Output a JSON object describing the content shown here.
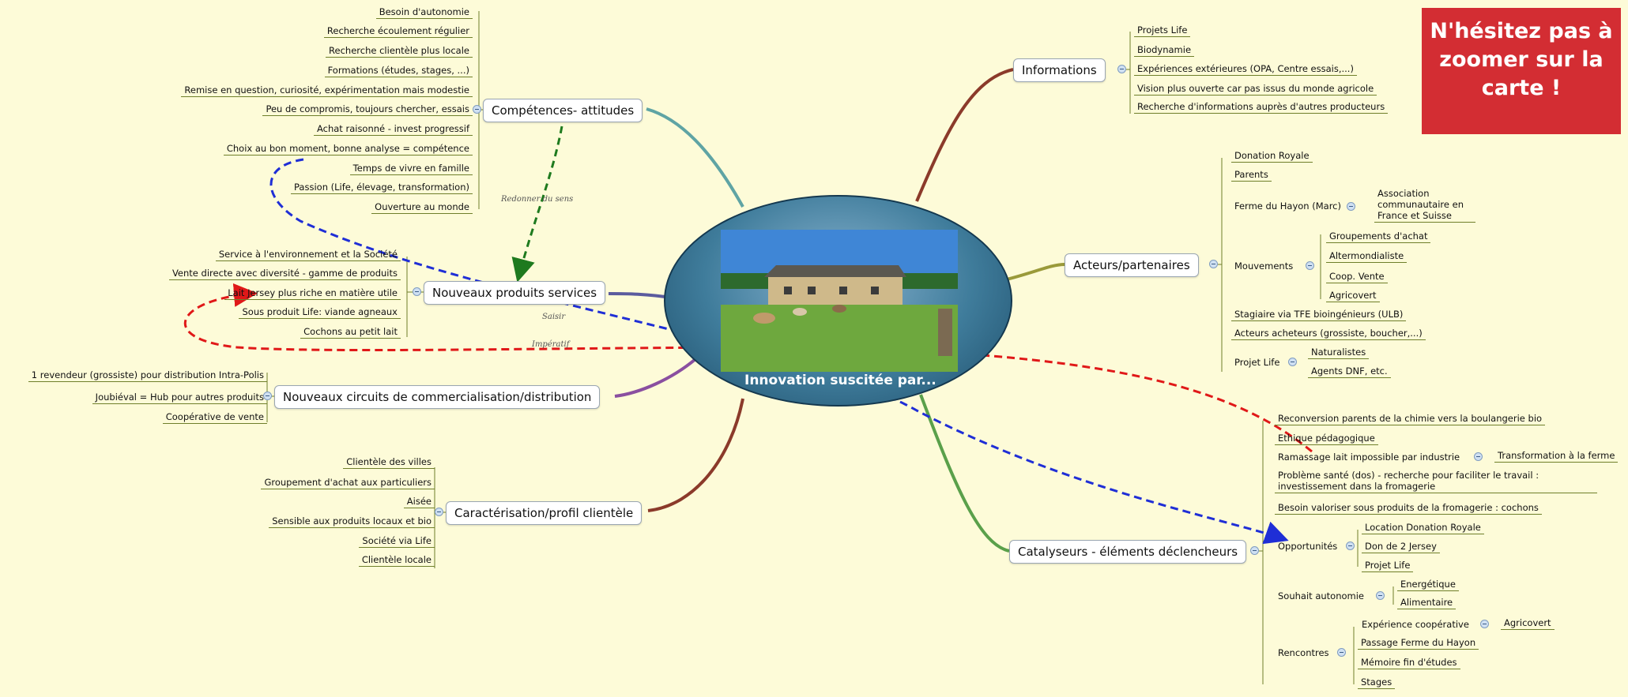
{
  "center": {
    "title": "Innovation suscitée par..."
  },
  "banner": {
    "line1": "N'hésitez pas à",
    "line2": "zoomer sur la",
    "line3": "carte !"
  },
  "colors": {
    "background": "#fdfbd8",
    "banner": "#d32d33",
    "center": "#3f7c9b",
    "arrow_blue": "#1f2ed6",
    "arrow_red": "#e01818",
    "arrow_green": "#1e7a1e"
  },
  "branches": {
    "competences": {
      "label": "Compétences- attitudes",
      "items": [
        "Besoin d'autonomie",
        "Recherche écoulement régulier",
        "Recherche clientèle plus locale",
        "Formations (études, stages, ...)",
        "Remise en question, curiosité, expérimentation mais modestie",
        "Peu de compromis, toujours chercher, essais",
        "Achat raisonné - invest progressif",
        "Choix au bon moment, bonne analyse = compétence",
        "Temps de vivre en famille",
        "Passion (Life, élevage, transformation)",
        "Ouverture au monde"
      ]
    },
    "produits": {
      "label": "Nouveaux produits services",
      "items": [
        "Service à l'environnement et la Société",
        "Vente directe avec diversité - gamme de produits",
        "Lait Jersey plus riche en matière utile",
        "Sous produit Life: viande agneaux",
        "Cochons au petit lait"
      ]
    },
    "circuits": {
      "label": "Nouveaux circuits de commercialisation/distribution",
      "items": [
        "1 revendeur (grossiste)  pour distribution Intra-Polis",
        "Joubiéval = Hub pour autres produits",
        "Coopérative de vente"
      ]
    },
    "clientele": {
      "label": "Caractérisation/profil clientèle",
      "items": [
        "Clientèle des villes",
        "Groupement d'achat aux particuliers",
        "Aisée",
        "Sensible aux produits locaux et bio",
        "Société via Life",
        "Clientèle locale"
      ]
    },
    "informations": {
      "label": "Informations",
      "items": [
        "Projets Life",
        "Biodynamie",
        "Expériences extérieures (OPA, Centre essais,...)",
        "Vision plus ouverte car pas issus du monde agricole",
        "Recherche d'informations auprès d'autres producteurs"
      ]
    },
    "acteurs": {
      "label": "Acteurs/partenaires",
      "donation": "Donation Royale",
      "parents": "Parents",
      "ferme": "Ferme du Hayon (Marc)",
      "ferme_child": "Association communautaire en France et Suisse",
      "mouvements": "Mouvements",
      "mouvements_items": [
        "Groupements d'achat",
        "Altermondialiste",
        "Coop. Vente",
        "Agricovert"
      ],
      "stagiaire": "Stagiaire via TFE bioingénieurs (ULB)",
      "acheteurs": "Acteurs acheteurs (grossiste, boucher,...)",
      "projet_life": "Projet Life",
      "projet_life_items": [
        "Naturalistes",
        "Agents DNF, etc."
      ]
    },
    "catalyseurs": {
      "label": "Catalyseurs - éléments déclencheurs",
      "reconversion": "Reconversion parents de la chimie vers la boulangerie bio",
      "ethique": "Ethique pédagogique",
      "ramassage": "Ramassage lait impossible par industrie",
      "ramassage_child": "Transformation à la ferme",
      "probleme": "Problème santé (dos) - recherche pour faciliter le travail : investissement dans la fromagerie",
      "besoin": "Besoin valoriser sous produits de la fromagerie : cochons",
      "opportunites": "Opportunités",
      "opportunites_items": [
        "Location Donation Royale",
        "Don de 2 Jersey",
        "Projet Life"
      ],
      "souhait": "Souhait autonomie",
      "souhait_items": [
        "Energétique",
        "Alimentaire"
      ],
      "rencontres": "Rencontres",
      "experience": "Expérience coopérative",
      "experience_child": "Agricovert",
      "rencontres_items": [
        "Passage Ferme du Hayon",
        "Mémoire fin d'études",
        "Stages"
      ]
    }
  },
  "relations": {
    "redonner": "Redonner du sens",
    "saisir": "Saisir",
    "imperatif": "Impératif"
  }
}
